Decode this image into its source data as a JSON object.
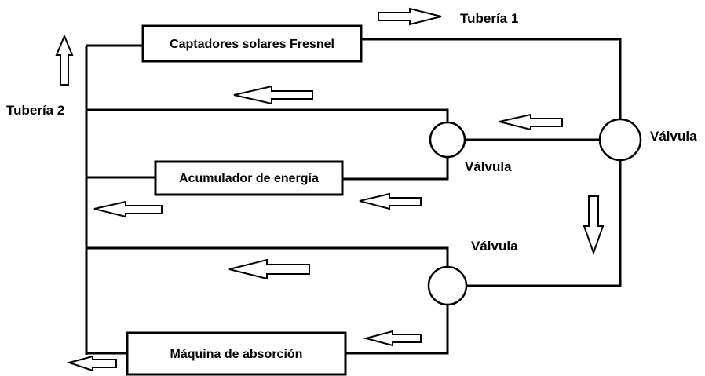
{
  "components": {
    "collectors": "Captadores solares Fresnel",
    "accumulator": "Acumulador de energía",
    "absorption_machine": "Máquina de absorción"
  },
  "pipes": {
    "pipe1": "Tubería 1",
    "pipe2": "Tubería 2"
  },
  "valves": {
    "main": "Válvula",
    "upper": "Válvula",
    "lower": "Válvula"
  },
  "colors": {
    "line": "#000000",
    "background": "#ffffff"
  }
}
